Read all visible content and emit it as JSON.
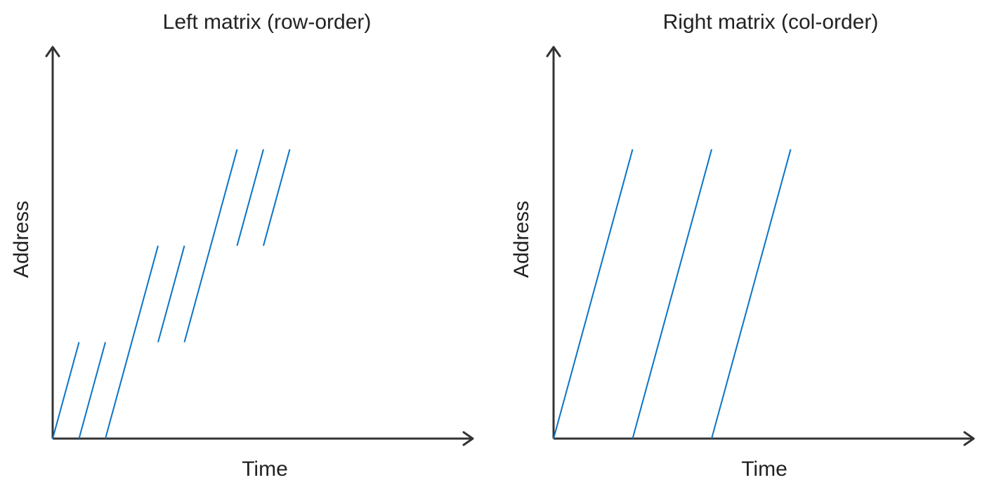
{
  "colors": {
    "access_line": "#0a74c6",
    "axis": "#333333"
  },
  "panels": [
    {
      "title": "Left matrix (row-order)",
      "xlabel": "Time",
      "ylabel": "Address",
      "x_range": [
        0,
        16
      ],
      "y_range": [
        0,
        11
      ],
      "segments": [
        {
          "t": [
            0,
            1
          ],
          "a": [
            0,
            3
          ]
        },
        {
          "t": [
            1,
            2
          ],
          "a": [
            0,
            3
          ]
        },
        {
          "t": [
            2,
            4
          ],
          "a": [
            0,
            6
          ]
        },
        {
          "t": [
            4,
            5
          ],
          "a": [
            3,
            6
          ]
        },
        {
          "t": [
            5,
            7
          ],
          "a": [
            3,
            9
          ]
        },
        {
          "t": [
            7,
            8
          ],
          "a": [
            6,
            9
          ]
        },
        {
          "t": [
            8,
            9
          ],
          "a": [
            6,
            9
          ]
        }
      ]
    },
    {
      "title": "Right matrix (col-order)",
      "xlabel": "Time",
      "ylabel": "Address",
      "x_range": [
        0,
        16
      ],
      "y_range": [
        0,
        11
      ],
      "segments": [
        {
          "t": [
            0,
            3
          ],
          "a": [
            0,
            9
          ]
        },
        {
          "t": [
            3,
            6
          ],
          "a": [
            0,
            9
          ]
        },
        {
          "t": [
            6,
            9
          ],
          "a": [
            0,
            9
          ]
        }
      ]
    }
  ]
}
